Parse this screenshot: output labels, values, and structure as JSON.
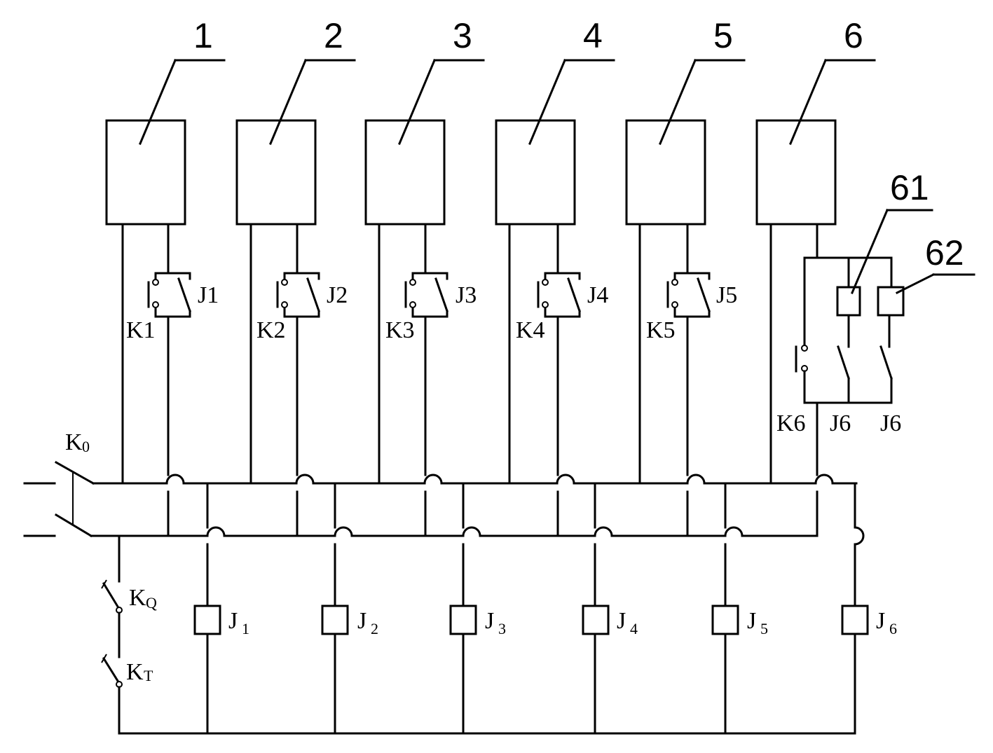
{
  "units": [
    {
      "number": "1",
      "k_label": "K1",
      "j_label": "J1",
      "coil": "J",
      "coil_sub": "1"
    },
    {
      "number": "2",
      "k_label": "K2",
      "j_label": "J2",
      "coil": "J",
      "coil_sub": "2"
    },
    {
      "number": "3",
      "k_label": "K3",
      "j_label": "J3",
      "coil": "J",
      "coil_sub": "3"
    },
    {
      "number": "4",
      "k_label": "K4",
      "j_label": "J4",
      "coil": "J",
      "coil_sub": "4"
    },
    {
      "number": "5",
      "k_label": "K5",
      "j_label": "J5",
      "coil": "J",
      "coil_sub": "5"
    },
    {
      "number": "6",
      "k_label": "K6",
      "j_label": "J6",
      "j_label_2": "J6",
      "coil": "J",
      "coil_sub": "6"
    }
  ],
  "extra": {
    "label_61": "61",
    "label_62": "62"
  },
  "switches": {
    "k0": {
      "main": "K",
      "sub": "0"
    },
    "kq": {
      "main": "K",
      "sub": "Q"
    },
    "kt": {
      "main": "K",
      "sub": "T"
    }
  }
}
